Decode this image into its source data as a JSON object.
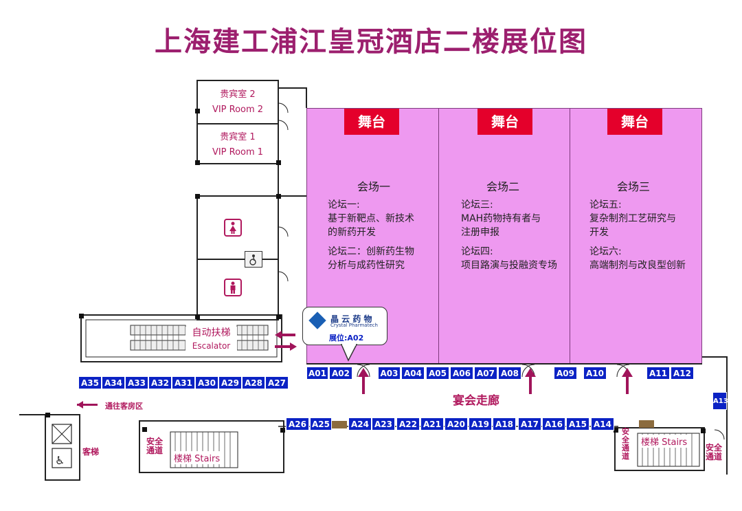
{
  "title": "上海建工浦江皇冠酒店二楼展位图",
  "venues": [
    {
      "stage": "舞台",
      "name": "会场一",
      "forum_a": "论坛一:\n基于新靶点、新技术\n的新药开发",
      "forum_b": "论坛二：创新药生物\n分析与成药性研究"
    },
    {
      "stage": "舞台",
      "name": "会场二",
      "forum_a": "论坛三:\nMAH药物持有者与\n注册申报",
      "forum_b": "论坛四:\n项目路演与投融资专场"
    },
    {
      "stage": "舞台",
      "name": "会场三",
      "forum_a": "论坛五:\n复杂制剂工艺研究与\n开发",
      "forum_b": "论坛六:\n高端制剂与改良型创新"
    }
  ],
  "vip_rooms": [
    {
      "cn": "贵宾室 2",
      "en": "VIP Room 2"
    },
    {
      "cn": "贵宾室 1",
      "en": "VIP Room 1"
    }
  ],
  "escalator": {
    "cn": "自动扶梯",
    "en": "Escalator"
  },
  "sponsor": {
    "name_cn": "晶 云 药 物",
    "name_en": "Crystal Pharmatech",
    "booth": "展位:A02"
  },
  "corridor": "宴会走廊",
  "guest_area": "通往客房区",
  "guest_lift": "客梯",
  "stairs_left": "楼梯 Stairs",
  "stairs_right": "楼梯 Stairs",
  "safety_exit": "安全\n通道",
  "safety_exit_vertical": "安\n全\n通\n道",
  "booths_top": [
    "A01",
    "A02",
    "A03",
    "A04",
    "A05",
    "A06",
    "A07",
    "A08",
    "A09",
    "A10",
    "A11",
    "A12"
  ],
  "booths_left": [
    "A35",
    "A34",
    "A33",
    "A32",
    "A31",
    "A30",
    "A29",
    "A28",
    "A27"
  ],
  "booths_bottom": [
    "A26",
    "A25",
    "A24",
    "A23",
    "A22",
    "A21",
    "A20",
    "A19",
    "A18",
    "A17",
    "A16",
    "A15",
    "A14"
  ],
  "booth_side": "A13",
  "colors": {
    "hall": "#ee99f0",
    "stage": "#e4002b",
    "booth": "#0b22c4",
    "accent": "#9c1f6e"
  }
}
